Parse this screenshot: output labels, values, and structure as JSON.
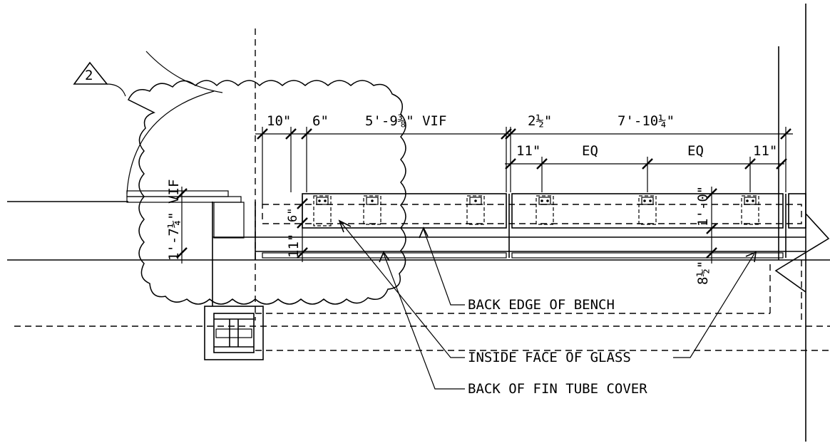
{
  "revision": {
    "number": "2"
  },
  "dimensions": {
    "top_row": [
      "10\"",
      "6\"",
      "5'-9⅜\" VIF",
      "2½\"",
      "7'-10¼\""
    ],
    "second_row": [
      "11\"",
      "EQ",
      "EQ",
      "11\""
    ],
    "vertical_left": "1'-7¼\" VIF",
    "vertical_mid": "11\"",
    "vertical_mid_small": "6\"",
    "vertical_right": "1'-0\"",
    "vertical_right_small": "8½\""
  },
  "callouts": {
    "back_edge_of_bench": "BACK EDGE OF BENCH",
    "inside_face_of_glass": "INSIDE FACE OF GLASS",
    "back_of_fin_tube_cover": "BACK OF FIN TUBE COVER"
  }
}
